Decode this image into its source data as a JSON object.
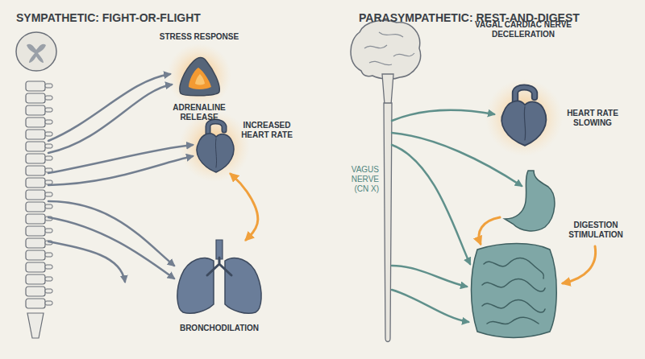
{
  "diagram": {
    "nodes": [
      {
        "text": [
          "STRESS RESPONSE",
          "ADRENALINE RELEASE"
        ]
      },
      {
        "text": [
          "INCREASED HEART RATE"
        ]
      },
      {
        "text": [
          "BRONCHODILATION"
        ]
      },
      {
        "text": [
          "VAGAL CARDIAC NERVE DECELERATION",
          "HEART RATE SLOWING"
        ]
      },
      {
        "text": [
          "DIGESTION STIMULATION"
        ]
      }
    ],
    "edges": [
      {
        "from": 1,
        "to": 2,
        "arrow": "both"
      }
    ],
    "labels": [
      "SYMPATHETIC: FIGHT-OR-FLIGHT",
      "PARASYMPATHETIC: REST-AND-DIGEST",
      "VAGUS NERVE (CN X)"
    ]
  }
}
